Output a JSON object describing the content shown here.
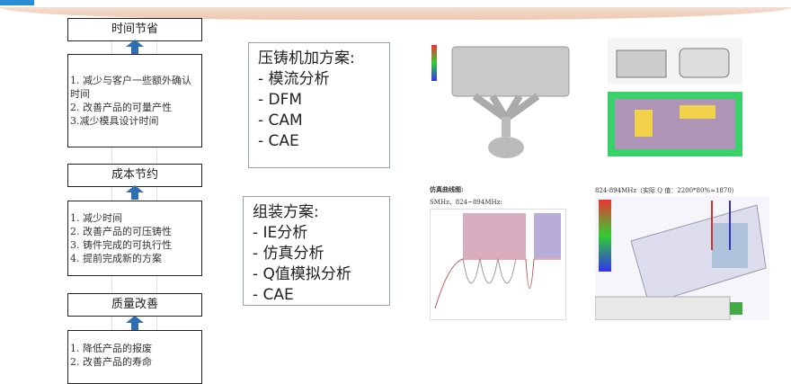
{
  "col": {
    "h1": "时间节省",
    "l1": [
      "1.  减少与客户一些额外确认时间",
      "2.  改善产品的可量产性",
      "3.减少模具设计时间"
    ],
    "h2": "成本节约",
    "l2": [
      "1.  减少时间",
      "2.  改善产品的可压铸性",
      "3.  铸件完成的可执行性",
      "4.  提前完成新的方案"
    ],
    "h3": "质量改善",
    "l3": [
      "1.  降低产品的报废",
      "2.  改善产品的寿命"
    ]
  },
  "die": {
    "title": "压铸机加方案:",
    "items": [
      "- 模流分析",
      "- DFM",
      "- CAM",
      "- CAE"
    ]
  },
  "asm": {
    "title": "组装方案:",
    "items": [
      "- IE分析",
      "- 仿真分析",
      "- Q值模拟分析",
      "- CAE"
    ]
  },
  "sim": {
    "title": "仿真曲线图:",
    "sub": "SMHz、824~894MHz:",
    "q": "824-894MHz（实际 Q 值：2200*80%≈1870）"
  }
}
